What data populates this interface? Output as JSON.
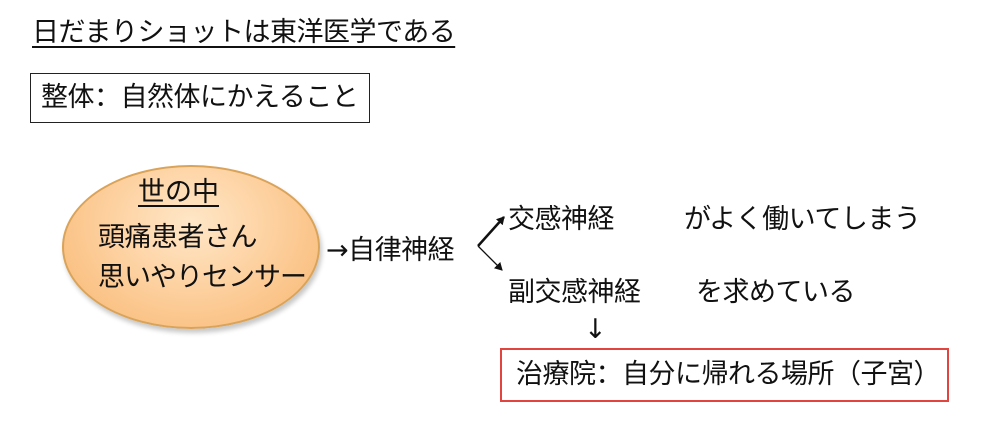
{
  "title": "日だまりショットは東洋医学である",
  "seitai_box": "整体：自然体にかえること",
  "ellipse": {
    "heading": "世の中",
    "line1": "頭痛患者さん",
    "line2": "思いやりセンサー"
  },
  "autonomic_label": "→自律神経",
  "sympathetic": {
    "label": "交感神経",
    "note": "がよく働いてしまう"
  },
  "parasympathetic": {
    "label": "副交感神経",
    "note": "を求めている"
  },
  "down_arrow": "↓",
  "clinic_box": "治療院：自分に帰れる場所（子宮）",
  "colors": {
    "clinic_border": "#e0463f",
    "ellipse_fill": "#f8b56e",
    "ellipse_border": "#d9a35a"
  }
}
